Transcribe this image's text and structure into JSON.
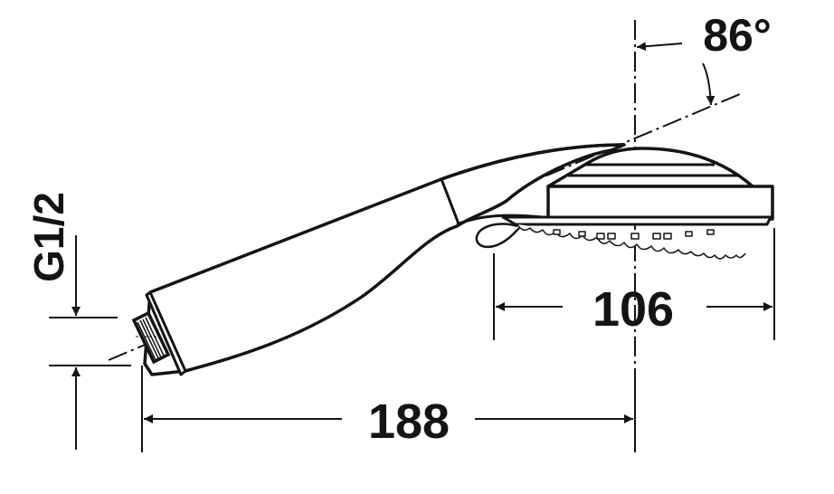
{
  "drawing": {
    "subject": "hand shower side view",
    "colors": {
      "line": "#141414",
      "background": "#ffffff"
    },
    "dimensions": {
      "overall_length": "188",
      "head_width": "106",
      "angle": "86°",
      "thread": "G1/2"
    }
  }
}
